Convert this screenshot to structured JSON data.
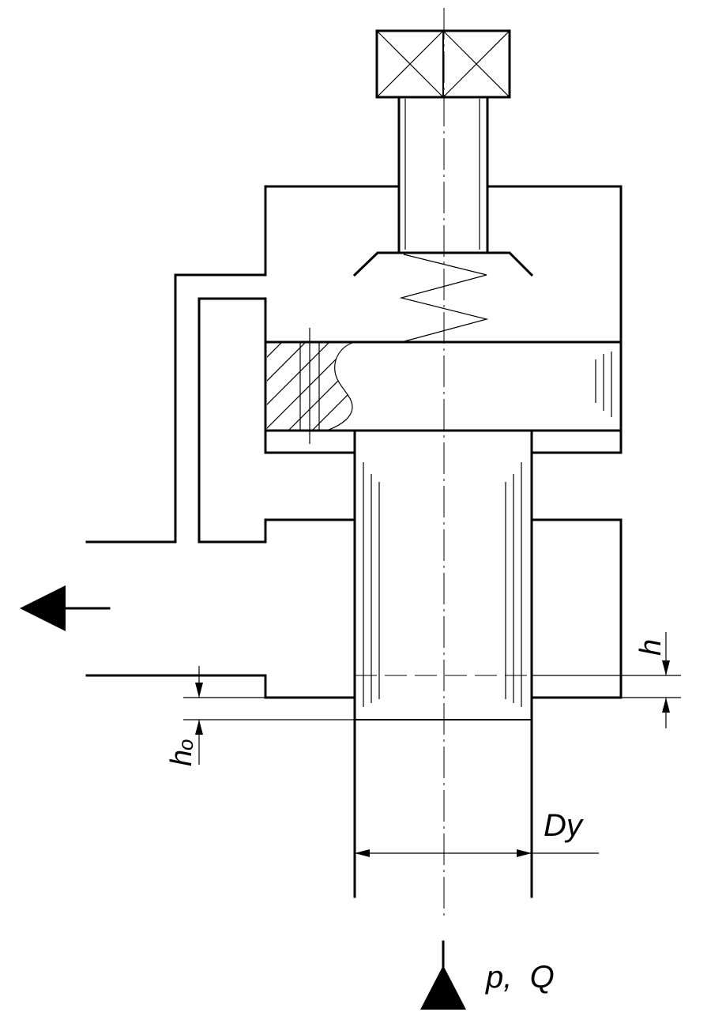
{
  "labels": {
    "h": "h",
    "h0_main": "h",
    "h0_sub": "o",
    "dy": "Dy",
    "pq": "p,  Q"
  }
}
